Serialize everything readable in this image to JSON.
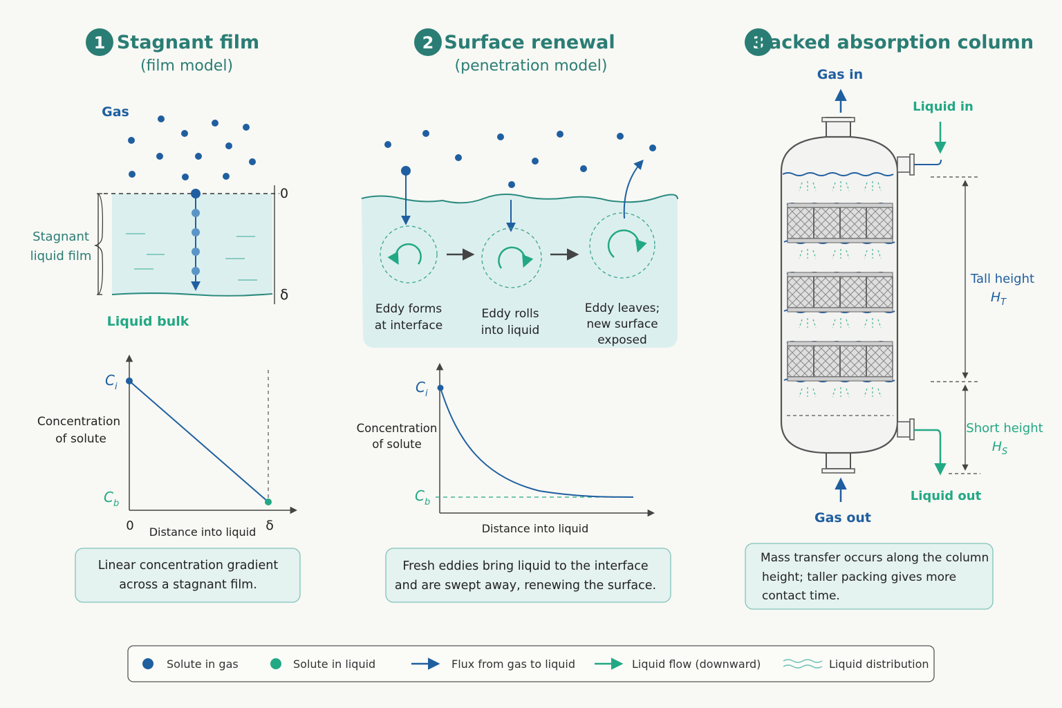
{
  "panels": [
    {
      "number": "1",
      "title": "Stagnant film",
      "subtitle": "(film model)"
    },
    {
      "number": "2",
      "title": "Surface renewal",
      "subtitle": "(penetration model)"
    },
    {
      "number": "3",
      "title": "Packed absorption column",
      "subtitle": ""
    }
  ],
  "film": {
    "gas": "Gas",
    "film_label": [
      "Stagnant",
      "liquid film"
    ],
    "liquid_bulk": "Liquid bulk",
    "tick_0": "0",
    "tick_delta": "δ",
    "graph": {
      "ylabel": [
        "Concentration",
        "of solute"
      ],
      "xlabel": "Distance into liquid",
      "ci": "C",
      "ci_sub": "i",
      "cb": "C",
      "cb_sub": "b",
      "x0": "0",
      "xdelta": "δ"
    },
    "caption": [
      "Linear concentration gradient",
      "across a stagnant film."
    ]
  },
  "renewal": {
    "steps": [
      [
        "Eddy forms",
        "at interface"
      ],
      [
        "Eddy rolls",
        "into liquid"
      ],
      [
        "Eddy leaves;",
        "new surface",
        "exposed"
      ]
    ],
    "graph": {
      "ylabel": [
        "Concentration",
        "of solute"
      ],
      "xlabel": "Distance into liquid",
      "ci": "C",
      "ci_sub": "i",
      "cb": "C",
      "cb_sub": "b"
    },
    "caption": [
      "Fresh eddies bring liquid to the interface",
      "and are swept away, renewing the surface."
    ]
  },
  "column": {
    "gas_in": "Gas in",
    "liquid_in": "Liquid in",
    "gas_out": "Gas out",
    "liquid_out": "Liquid out",
    "tall": [
      "Tall height",
      "H",
      "T"
    ],
    "short": [
      "Short height",
      "H",
      "S"
    ],
    "caption": [
      "Mass transfer occurs along the column",
      "height; taller packing gives more",
      "contact time."
    ]
  },
  "legend": [
    {
      "label": "Solute in gas",
      "icon": "blue-dot-icon"
    },
    {
      "label": "Solute in liquid",
      "icon": "green-dot-icon"
    },
    {
      "label": "Flux from gas to liquid",
      "icon": "blue-arrow-icon"
    },
    {
      "label": "Liquid flow (downward)",
      "icon": "green-arrow-icon"
    },
    {
      "label": "Liquid distribution",
      "icon": "wave-icon"
    }
  ],
  "colors": {
    "teal": "#2a8a7e",
    "blue": "#1f5fa0",
    "green": "#22a884",
    "dark": "#1e2a33",
    "liquid": "#dcefef"
  }
}
